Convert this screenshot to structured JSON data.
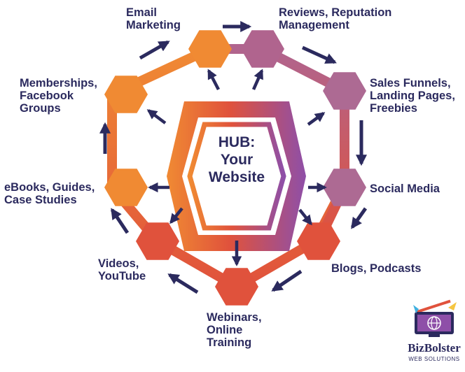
{
  "hub": {
    "lines": [
      "HUB:",
      "Your",
      "Website"
    ]
  },
  "nodes": [
    {
      "id": "email",
      "lines": [
        "Email",
        "Marketing"
      ],
      "color": "#f08a33"
    },
    {
      "id": "reviews",
      "lines": [
        "Reviews, Reputation",
        "Management"
      ],
      "color": "#b0648e"
    },
    {
      "id": "funnels",
      "lines": [
        "Sales Funnels,",
        "Landing Pages,",
        "Freebies"
      ],
      "color": "#ad6a93"
    },
    {
      "id": "social",
      "lines": [
        "Social Media"
      ],
      "color": "#ad6a93"
    },
    {
      "id": "blogs",
      "lines": [
        "Blogs, Podcasts"
      ],
      "color": "#e0523c"
    },
    {
      "id": "webinars",
      "lines": [
        "Webinars,",
        "Online",
        "Training"
      ],
      "color": "#e0523c"
    },
    {
      "id": "videos",
      "lines": [
        "Videos,",
        "YouTube"
      ],
      "color": "#e0523c"
    },
    {
      "id": "ebooks",
      "lines": [
        "eBooks, Guides,",
        "Case Studies"
      ],
      "color": "#f08a33"
    },
    {
      "id": "memberships",
      "lines": [
        "Memberships,",
        "Facebook",
        "Groups"
      ],
      "color": "#f08a33"
    }
  ],
  "logo": {
    "name": "BizBolster",
    "tagline": "WEB SOLUTIONS"
  },
  "colors": {
    "text": "#2b2a5e",
    "arrow": "#2b2a5e",
    "orange": "#f08a33",
    "mauve": "#b0648e",
    "red": "#e0523c",
    "purple": "#8e4fa8"
  }
}
